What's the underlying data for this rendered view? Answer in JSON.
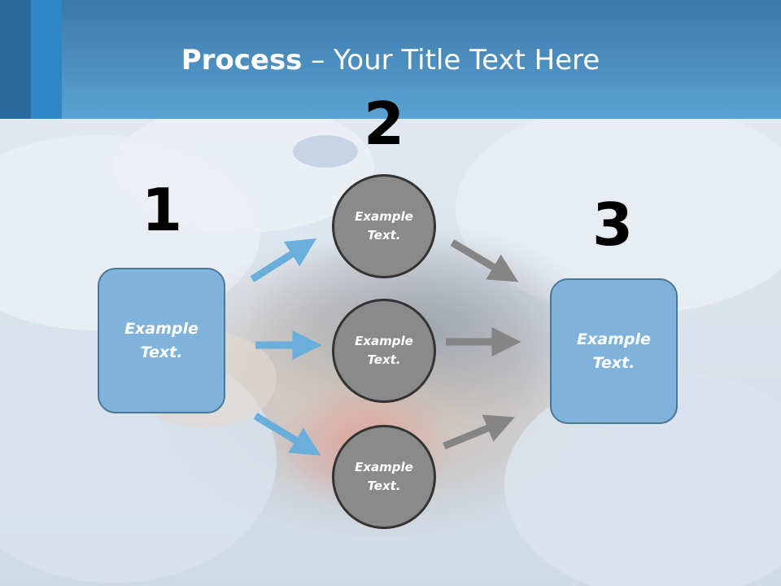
{
  "title": {
    "bold": "Process",
    "rest": " – Your Title Text Here"
  },
  "numbers": [
    "1",
    "2",
    "3"
  ],
  "left_box": {
    "line1": "Example",
    "line2": "Text."
  },
  "right_box": {
    "line1": "Example",
    "line2": "Text."
  },
  "circles": [
    {
      "line1": "Example",
      "line2": "Text."
    },
    {
      "line1": "Example",
      "line2": "Text."
    },
    {
      "line1": "Example",
      "line2": "Text."
    }
  ],
  "colors": {
    "header": "#4f93c6",
    "box_fill": "#7fb3db",
    "circle_fill": "#8a8a8a",
    "blue_arrow": "#6aaedb",
    "gray_arrow": "#858585"
  }
}
